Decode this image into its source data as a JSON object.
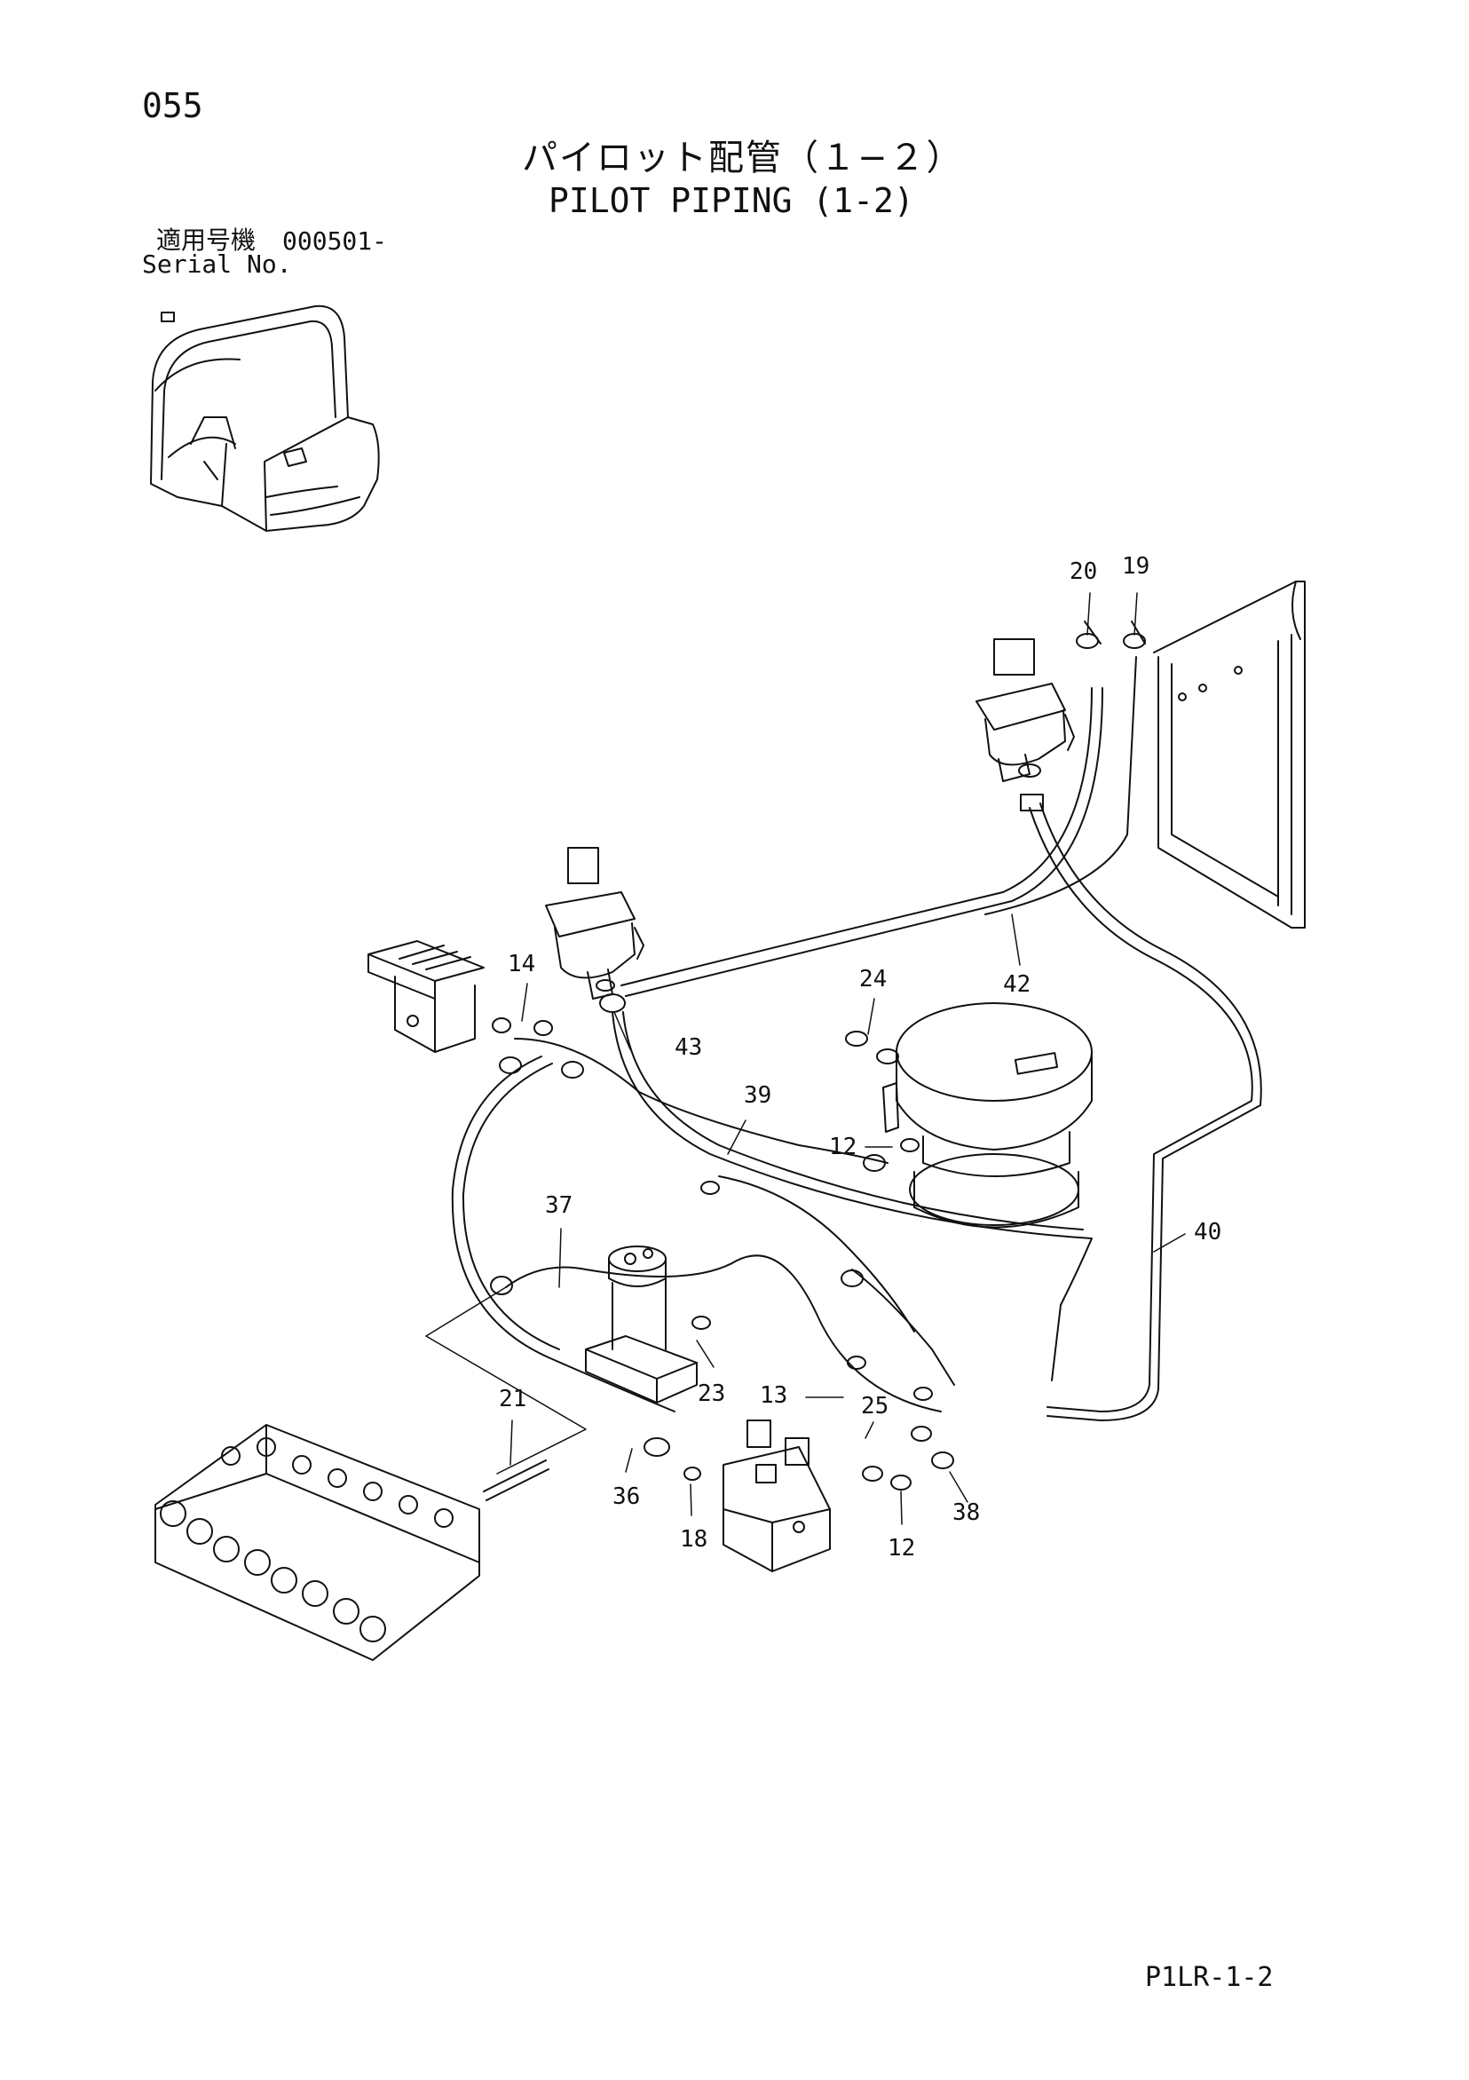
{
  "header": {
    "page_number": "055",
    "title_ja": "パイロット配管（１−２）",
    "title_en": "PILOT PIPING (1-2)",
    "serial_label_ja": "適用号機",
    "serial_number": "000501-",
    "serial_label_en": "Serial No."
  },
  "callouts": [
    "20",
    "19",
    "14",
    "24",
    "42",
    "43",
    "39",
    "12",
    "37",
    "40",
    "21",
    "23",
    "13",
    "25",
    "36",
    "18",
    "12",
    "38"
  ],
  "footer": {
    "page_code": "P1LR-1-2"
  }
}
